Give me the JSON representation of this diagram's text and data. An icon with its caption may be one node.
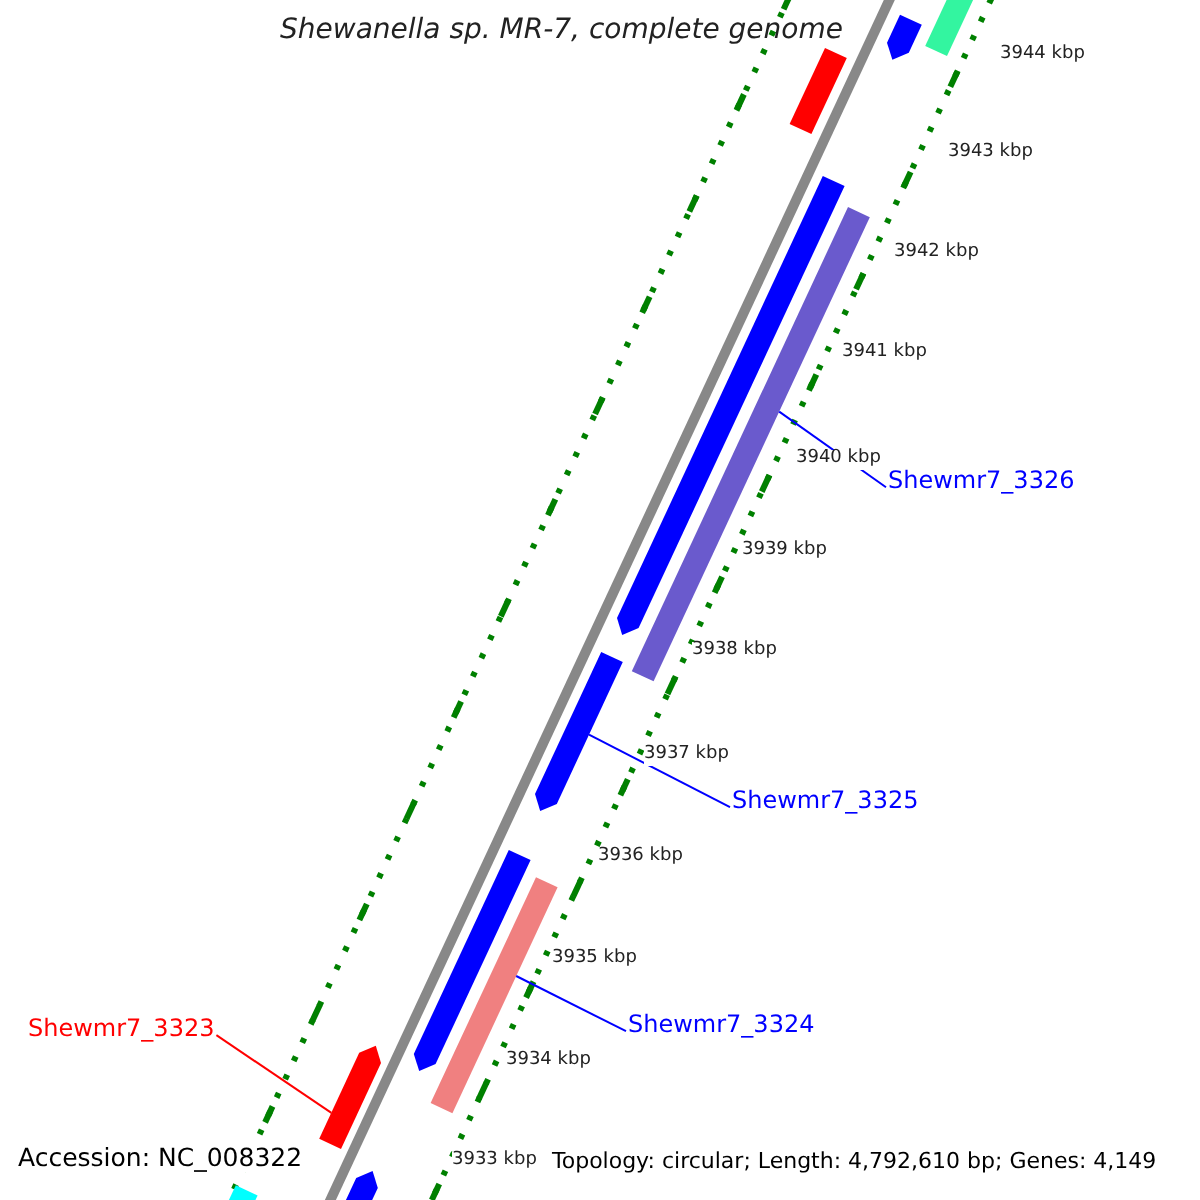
{
  "diagram": {
    "title": "Shewanella sp. MR-7, complete genome",
    "nodes": [
      {
        "text": [],
        "shape": "bar"
      },
      {
        "text": [],
        "shape": "bar"
      },
      {
        "text": [],
        "shape": "bar"
      },
      {
        "text": [],
        "shape": "bar"
      },
      {
        "text": [],
        "shape": "bar"
      },
      {
        "text": [
          "Shewmr7_3326"
        ]
      },
      {
        "text": [],
        "shape": "bar"
      },
      {
        "text": [
          "Shewmr7_3325"
        ]
      },
      {
        "text": [],
        "shape": "bar"
      },
      {
        "text": [],
        "shape": "bar"
      },
      {
        "text": [
          "Shewmr7_3324"
        ]
      },
      {
        "text": [
          "Shewmr7_3323"
        ]
      },
      {
        "text": [],
        "shape": "bar"
      },
      {
        "text": [],
        "shape": "bar"
      },
      {
        "text": [],
        "shape": "bar"
      }
    ],
    "edges": [
      {
        "from": 5,
        "to": 4,
        "arrow": "none"
      },
      {
        "from": 7,
        "to": 6,
        "arrow": "none"
      },
      {
        "from": 10,
        "to": 9,
        "arrow": "none"
      },
      {
        "from": 11,
        "to": 12,
        "arrow": "none",
        "color": "#ff0000"
      }
    ],
    "labels": [
      "3944 kbp",
      "3943 kbp",
      "3942 kbp",
      "3941 kbp",
      "3940 kbp",
      "3939 kbp",
      "3938 kbp",
      "3937 kbp",
      "3936 kbp",
      "3935 kbp",
      "3934 kbp",
      "3933 kbp",
      "Accession: NC_008322",
      "Topology: circular; Length: 4,792,610 bp; Genes: 4,149"
    ]
  }
}
